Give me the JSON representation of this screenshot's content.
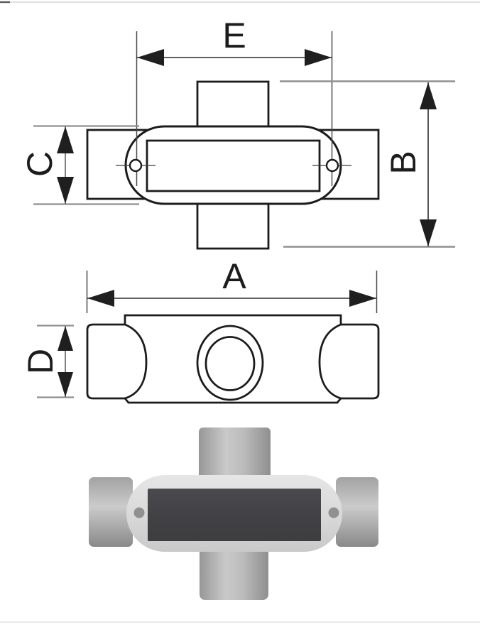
{
  "drawing": {
    "description": "technical dimension drawing of a cross (X) type conduit body with product photo",
    "labels": {
      "e": "E",
      "b": "B",
      "c": "C",
      "a": "A",
      "d": "D"
    },
    "colors": {
      "outline": "#1c1c1c",
      "dimension_line": "#2b2b2b",
      "extension_line_gray": "#8f8f8f",
      "photo_metal_light": "#c9c9c9",
      "photo_metal_dark": "#8f8f8f",
      "photo_cover": "#d7d8d7",
      "photo_cover_plate": "#424245",
      "photo_screw_hole": "#8f9090",
      "background": "#ffffff"
    }
  }
}
